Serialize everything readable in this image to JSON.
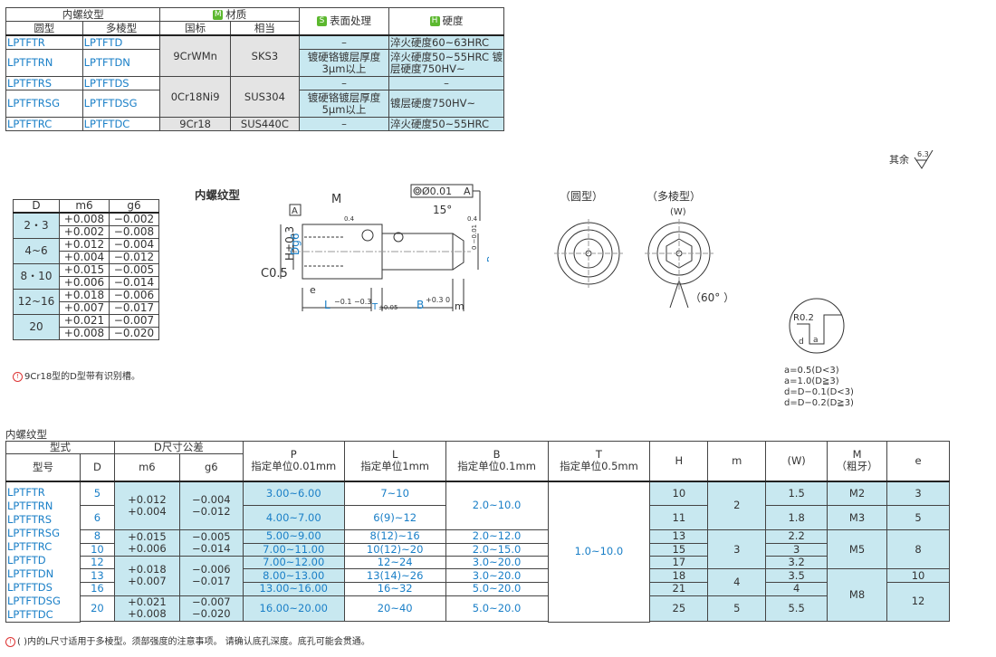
{
  "table1": {
    "h_thread": "内螺纹型",
    "h_round": "圆型",
    "h_poly": "多棱型",
    "h_material": "材质",
    "h_material_badge": "M",
    "h_gb": "国标",
    "h_equiv": "相当",
    "h_surface": "表面处理",
    "h_surface_badge": "S",
    "h_hardness": "硬度",
    "h_hardness_badge": "H",
    "r1": {
      "round": "LPTFTR",
      "poly": "LPTFTD",
      "surface": "–",
      "hard": "淬火硬度60~63HRC"
    },
    "r2": {
      "round": "LPTFTRN",
      "poly": "LPTFTDN",
      "surface": "镀硬铬镀层厚度 3μm以上",
      "hard": "淬火硬度50~55HRC 镀层硬度750HV~"
    },
    "g1": {
      "gb": "9CrWMn",
      "eq": "SKS3"
    },
    "r3": {
      "round": "LPTFTRS",
      "poly": "LPTFTDS",
      "surface": "–",
      "hard": "–"
    },
    "r4": {
      "round": "LPTFTRSG",
      "poly": "LPTFTDSG",
      "surface": "镀硬铬镀层厚度 5μm以上",
      "hard": "镀层硬度750HV~"
    },
    "g2": {
      "gb": "0Cr18Ni9",
      "eq": "SUS304"
    },
    "r5": {
      "round": "LPTFTRC",
      "poly": "LPTFTDC",
      "gb": "9Cr18",
      "eq": "SUS440C",
      "surface": "–",
      "hard": "淬火硬度50~55HRC"
    }
  },
  "roughness": {
    "label": "其余",
    "value": "6.3"
  },
  "tolerance": {
    "h_d": "D",
    "h_m6": "m6",
    "h_g6": "g6",
    "rows": [
      {
        "d": "2・3",
        "m6a": "+0.008",
        "m6b": "+0.002",
        "g6a": "−0.002",
        "g6b": "−0.008"
      },
      {
        "d": "4~6",
        "m6a": "+0.012",
        "m6b": "+0.004",
        "g6a": "−0.004",
        "g6b": "−0.012"
      },
      {
        "d": "8・10",
        "m6a": "+0.015",
        "m6b": "+0.006",
        "g6a": "−0.005",
        "g6b": "−0.014"
      },
      {
        "d": "12~16",
        "m6a": "+0.018",
        "m6b": "+0.007",
        "g6a": "−0.006",
        "g6b": "−0.017"
      },
      {
        "d": "20",
        "m6a": "+0.021",
        "m6b": "+0.008",
        "g6a": "−0.007",
        "g6b": "−0.020"
      }
    ],
    "note": "9Cr18型的D型带有识别槽。"
  },
  "drawing": {
    "title": "内螺纹型",
    "label_round": "（圆型）",
    "label_poly": "（多棱型）",
    "label_w": "(W)",
    "label_60": "（60° ）",
    "label_m": "M",
    "label_a": "A",
    "label_geo": "Ø0.01",
    "label_geo_ref": "A",
    "label_15": "15°",
    "label_h": "H±0.3",
    "label_d": "Dg6",
    "label_p": "P",
    "label_p_tol": "0 −0.01",
    "label_c05": "C0.5",
    "label_e": "e",
    "label_l": "L",
    "label_l_tol": "−0.1 −0.3",
    "label_t": "T",
    "label_t_tol": "±0.05",
    "label_b": "B",
    "label_b_tol": "+0.3 0",
    "label_mm": "m",
    "label_r": "R0.2",
    "label_d_small": "d",
    "label_a_small": "a",
    "rough_04": "0.4",
    "notes": [
      "a=0.5(D<3)",
      "a=1.0(D≧3)",
      "d=D−0.1(D<3)",
      "d=D−0.2(D≧3)"
    ]
  },
  "table3": {
    "caption": "内螺纹型",
    "h_type": "型式",
    "h_tol": "D尺寸公差",
    "h_model": "型号",
    "h_d": "D",
    "h_m6": "m6",
    "h_g6": "g6",
    "h_p": "P",
    "h_p_sub": "指定单位0.01mm",
    "h_l": "L",
    "h_l_sub": "指定单位1mm",
    "h_b": "B",
    "h_b_sub": "指定单位0.1mm",
    "h_t": "T",
    "h_t_sub": "指定单位0.5mm",
    "h_h": "H",
    "h_mm": "m",
    "h_w": "(W)",
    "h_m": "M",
    "h_m_sub": "（粗牙）",
    "h_e": "e",
    "models": "LPTFTR LPTFTRN LPTFTRS LPTFTRSG LPTFTRC LPTFTD LPTFTDN LPTFTDS LPTFTDSG LPTFTDC",
    "d": [
      "5",
      "6",
      "8",
      "10",
      "12",
      "13",
      "16",
      "20"
    ],
    "m6": [
      "+0.012",
      "+0.004",
      "+0.015",
      "+0.006",
      "+0.018",
      "+0.007",
      "+0.021",
      "+0.008"
    ],
    "g6": [
      "−0.004",
      "−0.012",
      "−0.005",
      "−0.014",
      "−0.006",
      "−0.017",
      "−0.007",
      "−0.020"
    ],
    "p": [
      "3.00~6.00",
      "4.00~7.00",
      "5.00~9.00",
      "7.00~11.00",
      "7.00~12.00",
      "8.00~13.00",
      "13.00~16.00",
      "16.00~20.00"
    ],
    "l": [
      "7~10",
      "6(9)~12",
      "8(12)~16",
      "10(12)~20",
      "12~24",
      "13(14)~26",
      "16~32",
      "20~40"
    ],
    "b": [
      "2.0~10.0",
      "2.0~12.0",
      "2.0~15.0",
      "3.0~20.0",
      "3.0~20.0",
      "5.0~20.0",
      "5.0~20.0"
    ],
    "t": "1.0~10.0",
    "h": [
      "10",
      "11",
      "13",
      "15",
      "17",
      "18",
      "21",
      "25"
    ],
    "mm": [
      "2",
      "3",
      "4",
      "5"
    ],
    "w": [
      "1.5",
      "1.8",
      "2.2",
      "3",
      "3.2",
      "3.5",
      "4",
      "5.5"
    ],
    "m": [
      "M2",
      "M3",
      "M5",
      "M8"
    ],
    "e": [
      "3",
      "5",
      "8",
      "10",
      "12"
    ],
    "footnote": "( )内的L尺寸适用于多棱型。须部强度的注意事项。 请确认底孔深度。底孔可能会贯通。"
  }
}
